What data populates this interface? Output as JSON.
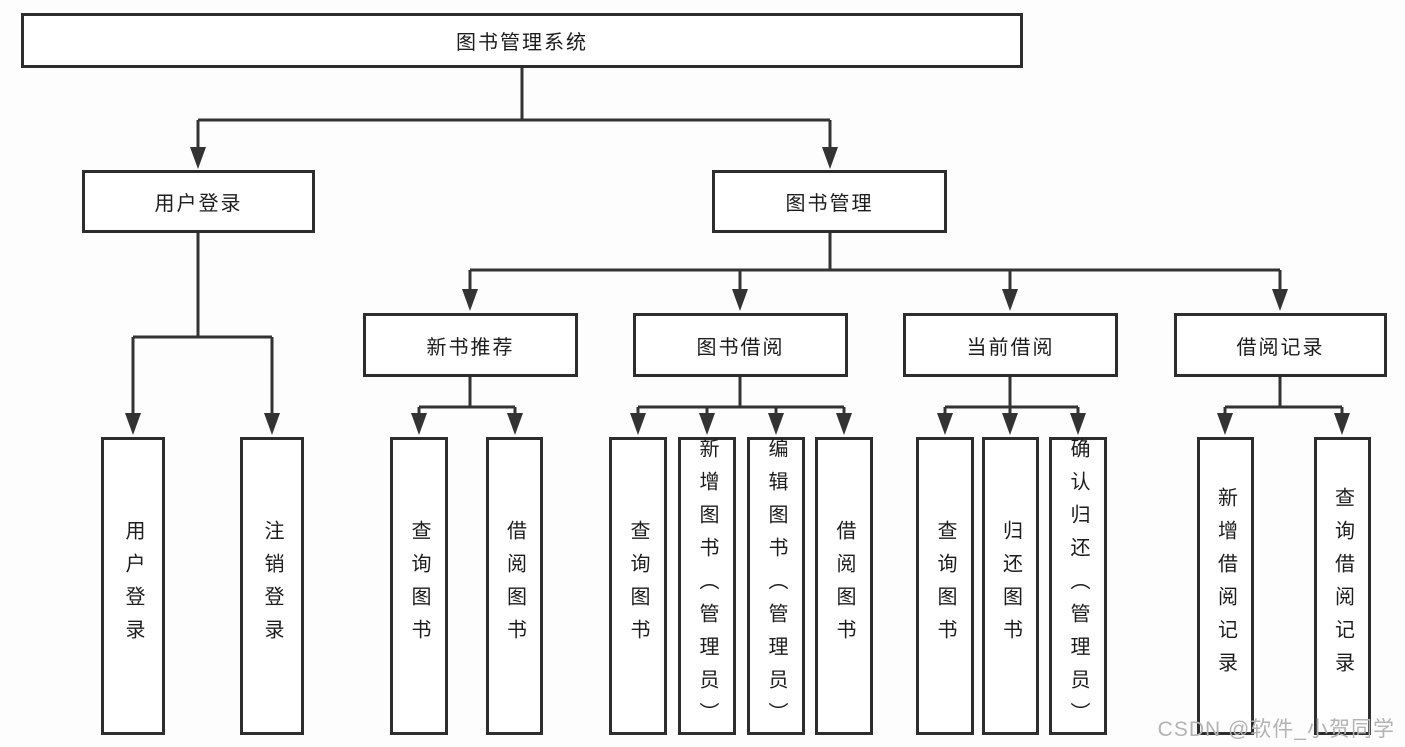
{
  "colors": {
    "line": "#333333",
    "box_border": "#2d2d2d",
    "box_background": "#ffffff",
    "text": "#1c1c1c",
    "watermark": "#b3b3b3"
  },
  "tree": {
    "label": "图书管理系统",
    "children": [
      {
        "label": "用户登录",
        "children": [
          {
            "label": "用户登录"
          },
          {
            "label": "注销登录"
          }
        ]
      },
      {
        "label": "图书管理",
        "children": [
          {
            "label": "新书推荐",
            "children": [
              {
                "label": "查询图书"
              },
              {
                "label": "借阅图书"
              }
            ]
          },
          {
            "label": "图书借阅",
            "children": [
              {
                "label": "查询图书"
              },
              {
                "label": "新增图书（管理员）"
              },
              {
                "label": "编辑图书（管理员）"
              },
              {
                "label": "借阅图书"
              }
            ]
          },
          {
            "label": "当前借阅",
            "children": [
              {
                "label": "查询图书"
              },
              {
                "label": "归还图书"
              },
              {
                "label": "确认归还（管理员）"
              }
            ]
          },
          {
            "label": "借阅记录",
            "children": [
              {
                "label": "新增借阅记录"
              },
              {
                "label": "查询借阅记录"
              }
            ]
          }
        ]
      }
    ]
  },
  "watermark": {
    "text": "CSDN @软件_小贺同学"
  }
}
